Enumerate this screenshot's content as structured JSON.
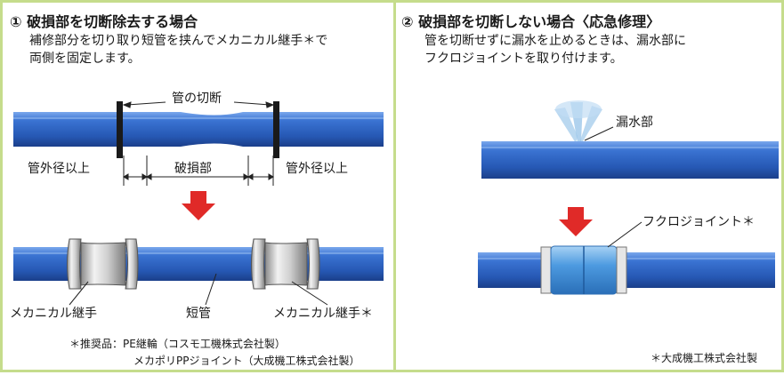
{
  "left": {
    "title": "① 破損部を切断除去する場合",
    "desc_line1": "補修部分を切り取り短管を挟んでメカニカル継手＊で",
    "desc_line2": "両側を固定します。",
    "label_cut": "管の切断",
    "label_od_left": "管外径以上",
    "label_damaged": "破損部",
    "label_od_right": "管外径以上",
    "label_joint_left": "メカニカル継手",
    "label_short_pipe": "短管",
    "label_joint_right": "メカニカル継手＊",
    "note_line1": "＊推奨品：PE継輪（コスモ工機株式会社製）",
    "note_line2": "メカポリPPジョイント（大成機工株式会社製）"
  },
  "right": {
    "title": "② 破損部を切断しない場合〈応急修理〉",
    "desc_line1": "管を切断せずに漏水を止めるときは、漏水部に",
    "desc_line2": "フクロジョイントを取り付けます。",
    "label_leak": "漏水部",
    "label_fukuro": "フクロジョイント＊",
    "note": "＊大成機工株式会社製"
  },
  "colors": {
    "pipe": "#2f66c8",
    "arrow": "#e02a28",
    "border": "#c5dc8c"
  }
}
